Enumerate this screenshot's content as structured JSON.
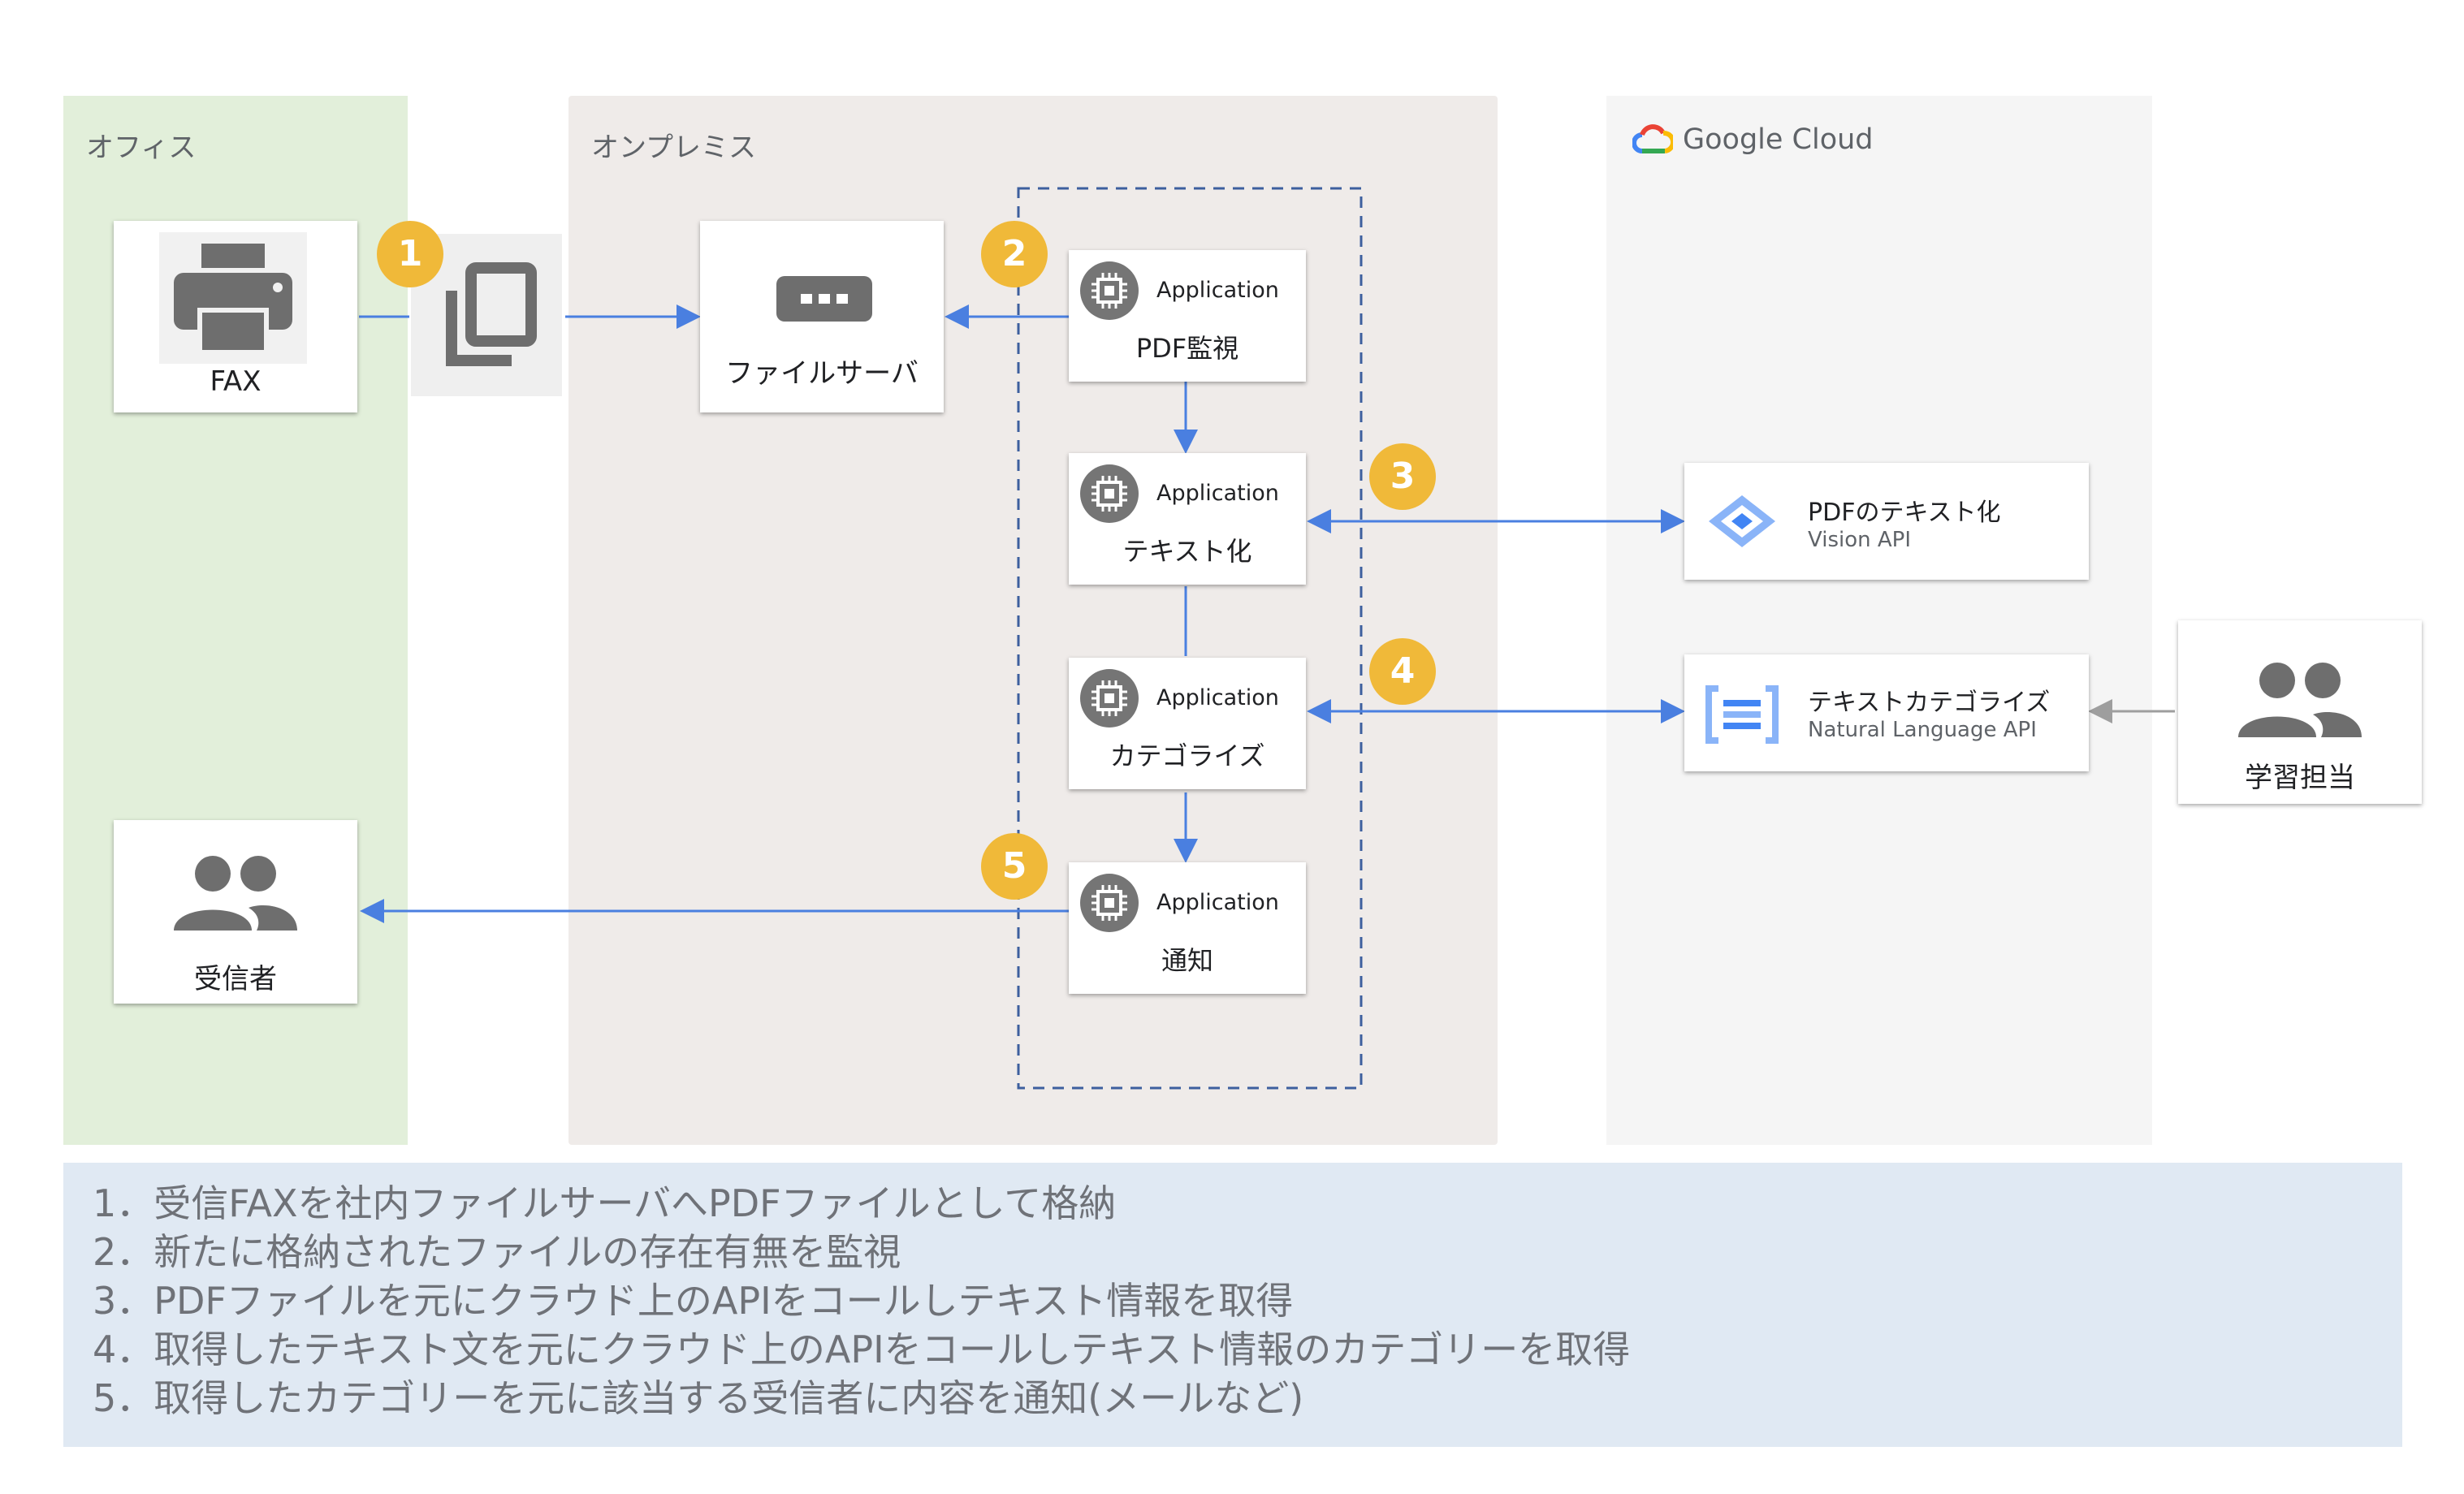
{
  "zones": {
    "office": {
      "label": "オフィス",
      "color": "#e2efda"
    },
    "onprem": {
      "label": "オンプレミス",
      "color": "#efebe9"
    },
    "gcp": {
      "label": "Google Cloud",
      "color": "#f5f5f5"
    }
  },
  "nodes": {
    "fax": {
      "label": "FAX",
      "icon": "printer-icon"
    },
    "pdf_file": {
      "icon": "copy-document-icon"
    },
    "file_server": {
      "label": "ファイルサーバ",
      "icon": "server-icon"
    },
    "app_watch": {
      "title": "Application",
      "label": "PDF監視",
      "icon": "chip-icon"
    },
    "app_text": {
      "title": "Application",
      "label": "テキスト化",
      "icon": "chip-icon"
    },
    "app_cat": {
      "title": "Application",
      "label": "カテゴライズ",
      "icon": "chip-icon"
    },
    "app_notify": {
      "title": "Application",
      "label": "通知",
      "icon": "chip-icon"
    },
    "recipients": {
      "label": "受信者",
      "icon": "people-icon"
    },
    "vision": {
      "title": "PDFのテキスト化",
      "subtitle": "Vision API",
      "icon": "vision-api-icon"
    },
    "nl": {
      "title": "テキストカテゴライズ",
      "subtitle": "Natural Language API",
      "icon": "natural-language-api-icon"
    },
    "learner": {
      "label": "学習担当",
      "icon": "people-icon"
    }
  },
  "badges": [
    "1",
    "2",
    "3",
    "4",
    "5"
  ],
  "notes": [
    "1．受信FAXを社内ファイルサーバへPDFファイルとして格納",
    "2．新たに格納されたファイルの存在有無を監視",
    "3．PDFファイルを元にクラウド上のAPIをコールしテキスト情報を取得",
    "4．取得したテキスト文を元にクラウド上のAPIをコールしテキスト情報のカテゴリーを取得",
    "5．取得したカテゴリーを元に該当する受信者に内容を通知(メールなど)"
  ],
  "colors": {
    "badge": "#f0b939",
    "arrow": "#4a7fe0",
    "icon": "#6e6e6e",
    "notes_bg": "#e0e9f3"
  }
}
